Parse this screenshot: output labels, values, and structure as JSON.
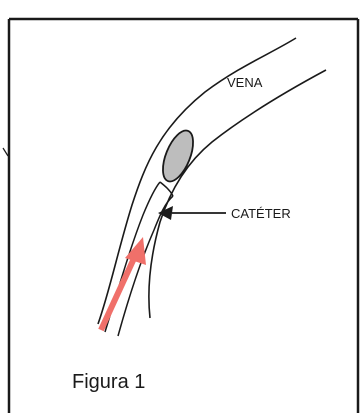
{
  "labels": {
    "vein": "VENA",
    "catheter": "CATÉTER"
  },
  "caption": "Figura 1",
  "colors": {
    "line": "#1a1a1a",
    "arrow": "#f0706a",
    "clot": "#bdbdbd"
  }
}
